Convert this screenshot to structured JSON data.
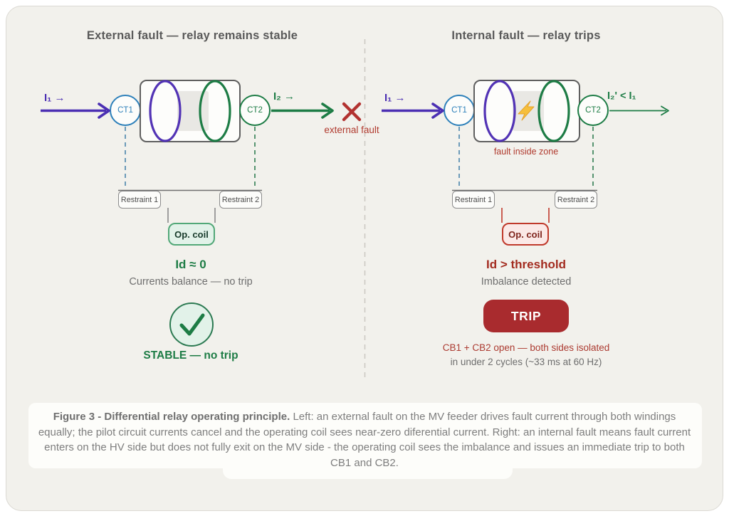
{
  "figure": {
    "left": {
      "title": "External fault — relay remains stable",
      "i1_label": "I₁ →",
      "ct1_label": "CT1",
      "ct2_label": "CT2",
      "i2_label": "I₂ →",
      "fault_label": "external fault",
      "restraint1_label": "Restraint 1",
      "restraint2_label": "Restraint 2",
      "op_coil_label": "Op. coil",
      "result": "Id ≈ 0",
      "result_note": "Currents balance — no trip",
      "status_label": "STABLE — no trip"
    },
    "right": {
      "title": "Internal fault — relay trips",
      "i1_label": "I₁ →",
      "ct1_label": "CT1",
      "ct2_label": "CT2",
      "i2_label": "I₂' < I₁",
      "fault_zone_label": "fault inside zone",
      "restraint1_label": "Restraint 1",
      "restraint2_label": "Restraint 2",
      "op_coil_label": "Op. coil",
      "result": "Id > threshold",
      "result_note": "Imbalance detected",
      "trip_label": "TRIP",
      "action_line1": "CB1 + CB2 open — both sides isolated",
      "action_line2": "in under 2 cycles (~33 ms at 60 Hz)"
    },
    "caption": {
      "title": "Figure 3 - Differential relay operating principle.",
      "body": " Left: an external fault on the MV feeder drives fault current through both windings equally; the pilot circuit currents cancel and the operating coil sees near-zero diferential current. Right: an internal fault means fault current enters on the HV side but does not fully exit on the MV side - the operating coil sees the imbalance and issues an immediate trip to both CB1 and CB2."
    },
    "icons": {
      "x_mark": "✕",
      "lightning": "⚡",
      "check": "✓"
    },
    "colors": {
      "primary_purple": "#4b2fb3",
      "ct_blue": "#2d80ba",
      "green": "#1d7c45",
      "fault_red": "#b03a2e",
      "trip_red": "#a92b2e",
      "panel_bg": "#f2f1ec"
    }
  }
}
